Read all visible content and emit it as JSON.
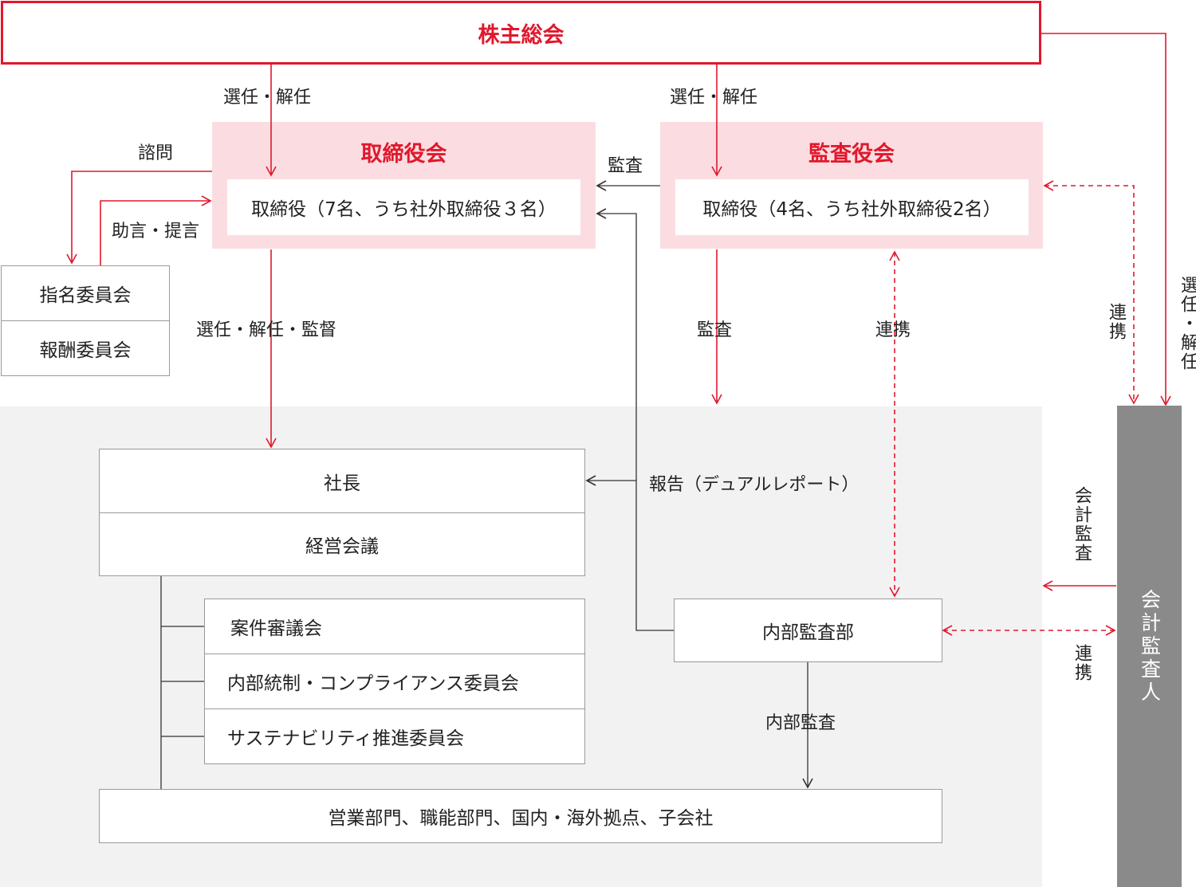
{
  "colors": {
    "accent": "#e0182d",
    "panel_pink": "#fbdde1",
    "area_gray": "#f2f2f2",
    "auditor_gray": "#8a8a8a"
  },
  "shareholders_meeting": "株主総会",
  "board": {
    "title": "取締役会",
    "members": "取締役（7名、うち社外取締役３名）"
  },
  "audit_board": {
    "title": "監査役会",
    "members": "取締役（4名、うち社外取締役2名）"
  },
  "committees": {
    "nomination": "指名委員会",
    "compensation": "報酬委員会"
  },
  "executive": {
    "president": "社長",
    "management_meeting": "経営会議"
  },
  "sub_committees": [
    "案件審議会",
    "内部統制・コンプライアンス委員会",
    "サステナビリティ推進委員会"
  ],
  "internal_audit_dept": "内部監査部",
  "operations": "営業部門、職能部門、国内・海外拠点、子会社",
  "external_auditor": "会計監査人",
  "labels": {
    "appoint_dismiss": "選任・解任",
    "appoint_dismiss_supervise": "選任・解任・監督",
    "consult": "諮問",
    "advice": "助言・提言",
    "audit": "監査",
    "cooperation": "連携",
    "report": "報告（デュアルレポート）",
    "internal_audit": "内部監査",
    "accounting_audit": "会計監査"
  }
}
